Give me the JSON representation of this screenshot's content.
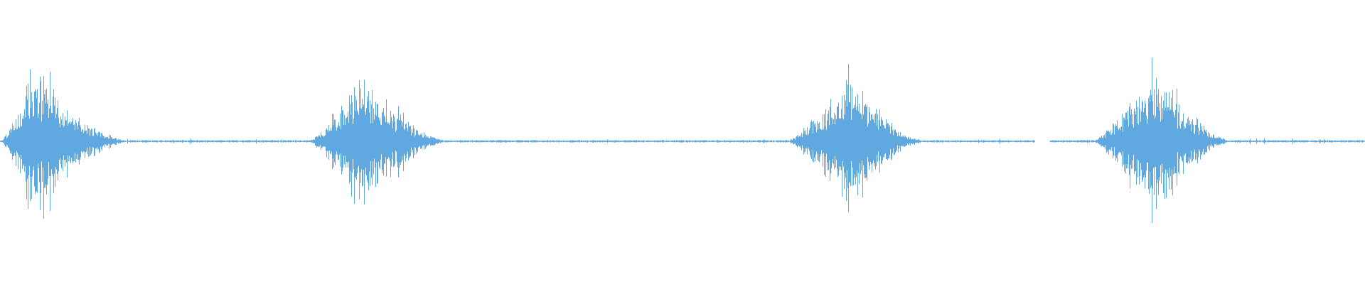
{
  "waveform": {
    "color": "#5fa9e0",
    "background": "#ffffff",
    "bursts": [
      {
        "start": 0.0,
        "peak": 0.025,
        "end": 0.097,
        "amplitude": 0.86
      },
      {
        "start": 0.226,
        "peak": 0.264,
        "end": 0.33,
        "amplitude": 0.86
      },
      {
        "start": 0.576,
        "peak": 0.621,
        "end": 0.68,
        "amplitude": 0.8
      },
      {
        "start": 0.8,
        "peak": 0.845,
        "end": 0.905,
        "amplitude": 0.86
      }
    ],
    "gap": {
      "start": 0.758,
      "end": 0.769
    }
  }
}
